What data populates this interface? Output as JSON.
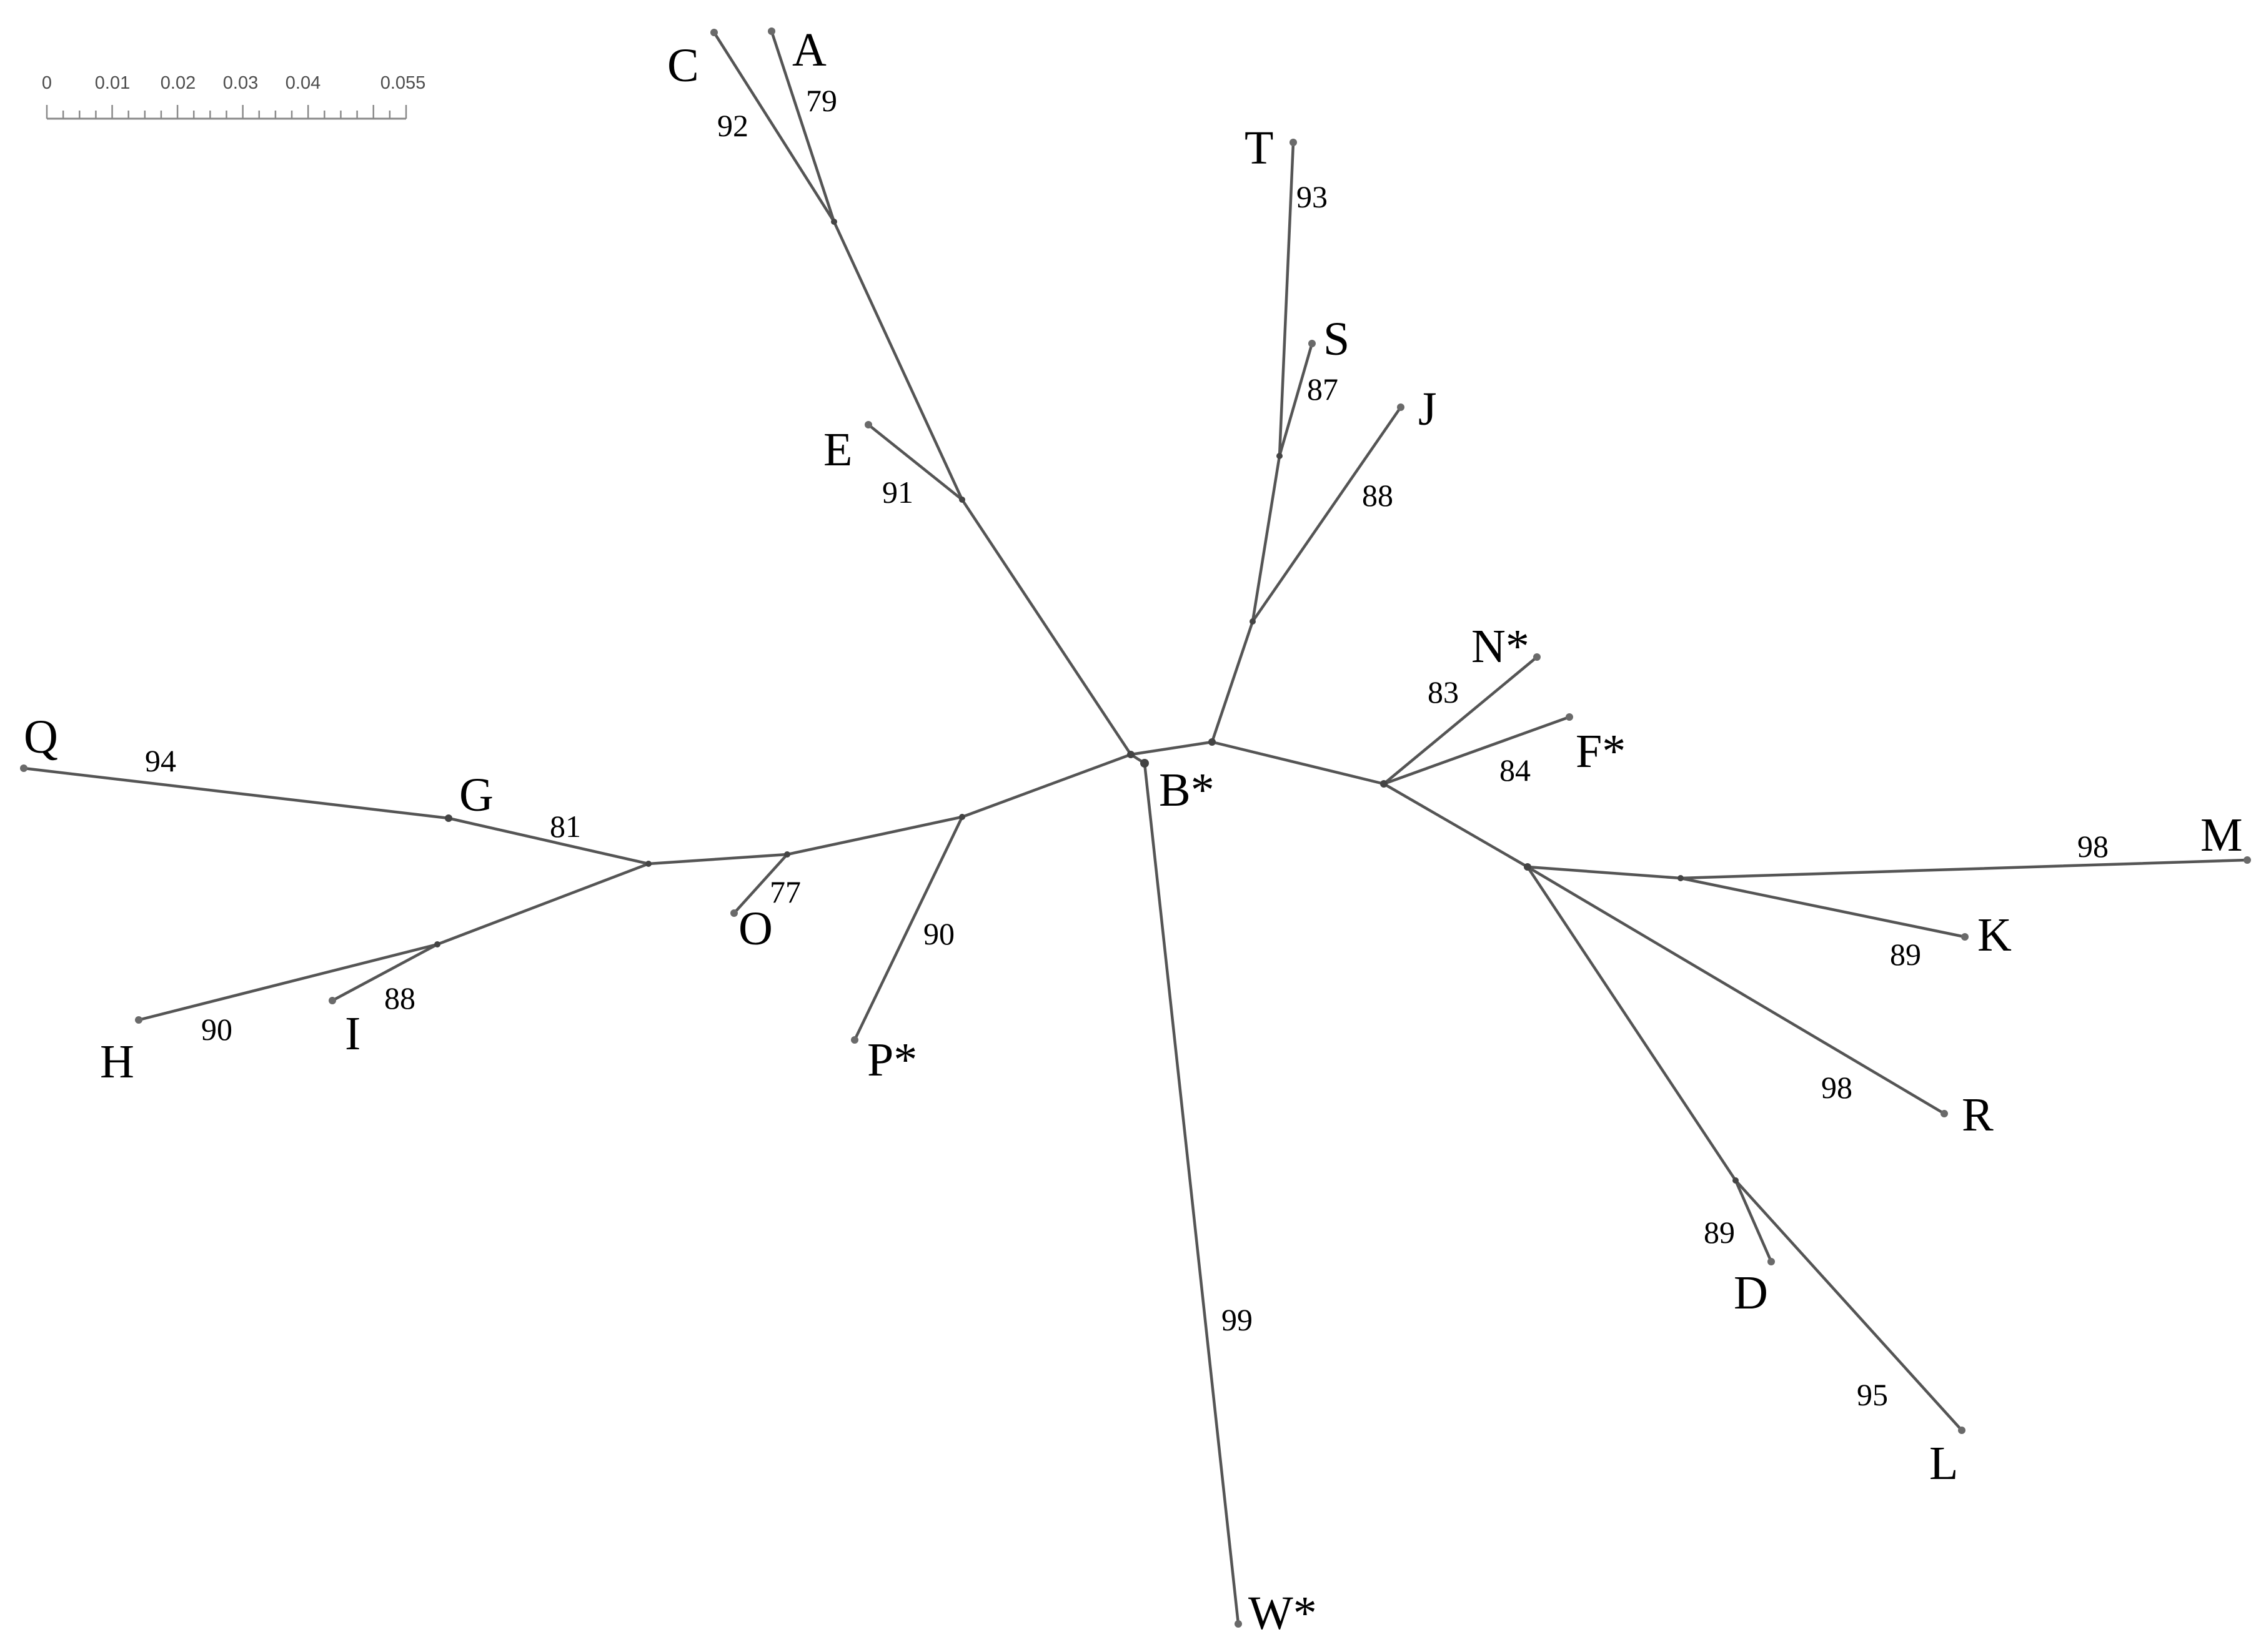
{
  "scale_bar": {
    "labels": [
      "0",
      "0.01",
      "0.02",
      "0.03",
      "0.04",
      "0.055"
    ]
  },
  "tree": {
    "leaves": [
      {
        "id": "A",
        "label": "A"
      },
      {
        "id": "C",
        "label": "C"
      },
      {
        "id": "E",
        "label": "E"
      },
      {
        "id": "T",
        "label": "T"
      },
      {
        "id": "S",
        "label": "S"
      },
      {
        "id": "J",
        "label": "J"
      },
      {
        "id": "N",
        "label": "N*"
      },
      {
        "id": "F",
        "label": "F*"
      },
      {
        "id": "M",
        "label": "M"
      },
      {
        "id": "K",
        "label": "K"
      },
      {
        "id": "R",
        "label": "R"
      },
      {
        "id": "D",
        "label": "D"
      },
      {
        "id": "L",
        "label": "L"
      },
      {
        "id": "W",
        "label": "W*"
      },
      {
        "id": "B",
        "label": "B*"
      },
      {
        "id": "P",
        "label": "P*"
      },
      {
        "id": "O",
        "label": "O"
      },
      {
        "id": "G",
        "label": "G"
      },
      {
        "id": "Q",
        "label": "Q"
      },
      {
        "id": "H",
        "label": "H"
      },
      {
        "id": "I",
        "label": "I"
      }
    ],
    "support_values": [
      {
        "id": "s-ac-a",
        "value": "79"
      },
      {
        "id": "s-ac-c",
        "value": "92"
      },
      {
        "id": "s-e",
        "value": "91"
      },
      {
        "id": "s-t",
        "value": "93"
      },
      {
        "id": "s-s",
        "value": "87"
      },
      {
        "id": "s-j",
        "value": "88"
      },
      {
        "id": "s-n",
        "value": "83"
      },
      {
        "id": "s-f",
        "value": "84"
      },
      {
        "id": "s-m",
        "value": "98"
      },
      {
        "id": "s-k",
        "value": "89"
      },
      {
        "id": "s-r",
        "value": "98"
      },
      {
        "id": "s-d",
        "value": "89"
      },
      {
        "id": "s-l",
        "value": "95"
      },
      {
        "id": "s-w",
        "value": "99"
      },
      {
        "id": "s-p",
        "value": "90"
      },
      {
        "id": "s-o",
        "value": "77"
      },
      {
        "id": "s-g",
        "value": "81"
      },
      {
        "id": "s-q",
        "value": "94"
      },
      {
        "id": "s-h",
        "value": "90"
      },
      {
        "id": "s-i",
        "value": "88"
      }
    ]
  }
}
